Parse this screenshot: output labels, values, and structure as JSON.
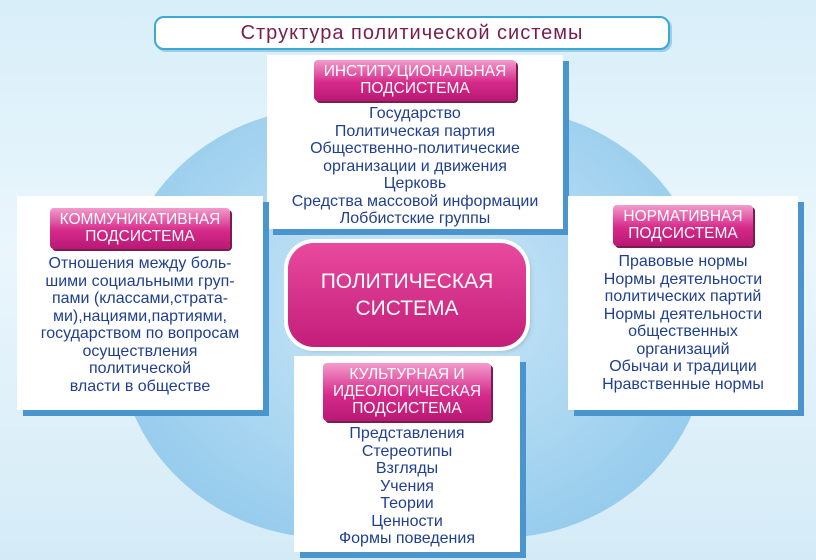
{
  "title": "Структура политической системы",
  "center": {
    "line1": "ПОЛИТИЧЕСКАЯ",
    "line2": "СИСТЕМА"
  },
  "institutional": {
    "header": [
      "ИНСТИТУЦИОНАЛЬНАЯ",
      "ПОДСИСТЕМА"
    ],
    "items": [
      "Государство",
      "Политическая партия",
      "Общественно-политические",
      "организации и движения",
      "Церковь",
      "Средства массовой информации",
      "Лоббистские группы"
    ]
  },
  "communicative": {
    "header": [
      "КОММУНИКАТИВНАЯ",
      "ПОДСИСТЕМА"
    ],
    "items": [
      "Отношения между боль-",
      "шими социальными груп-",
      "пами (классами,страта-",
      "ми),нациями,партиями,",
      "государством по вопросам",
      "осуществления",
      "политической",
      "власти в обществе"
    ]
  },
  "normative": {
    "header": [
      "НОРМАТИВНАЯ",
      "ПОДСИСТЕМА"
    ],
    "items": [
      "Правовые нормы",
      "Нормы деятельности",
      "политических партий",
      "Нормы деятельности",
      "общественных",
      "организаций",
      "Обычаи и традиции",
      "Нравственные нормы"
    ]
  },
  "cultural": {
    "header": [
      "КУЛЬТУРНАЯ И",
      "ИДЕОЛОГИЧЕСКАЯ",
      "ПОДСИСТЕМА"
    ],
    "items": [
      "Представления",
      "Стереотипы",
      "Взгляды",
      "Учения",
      "Теории",
      "Ценности",
      "Формы поведения"
    ]
  }
}
